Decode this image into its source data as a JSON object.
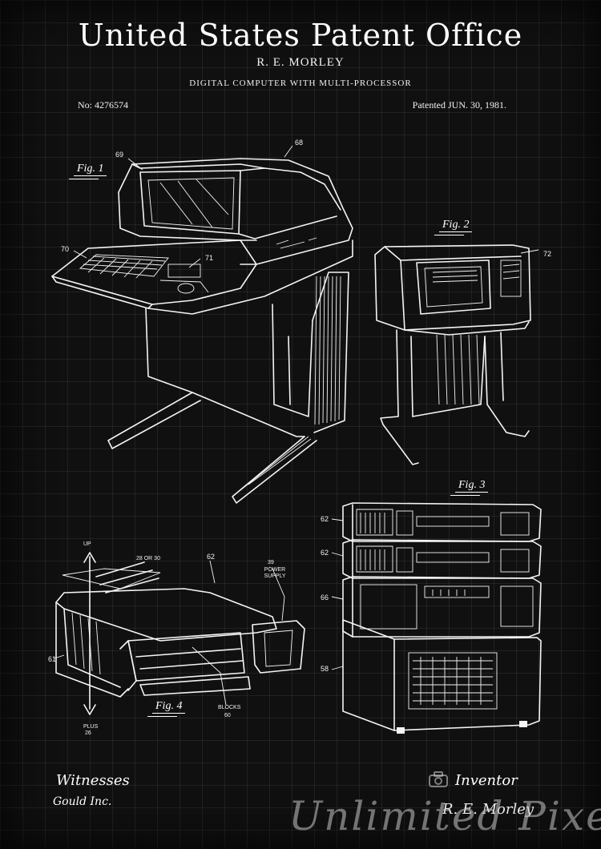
{
  "header": {
    "title": "United States Patent Office",
    "inventor": "R. E. MORLEY",
    "subtitle": "DIGITAL COMPUTER WITH MULTI-PROCESSOR",
    "patent_number": "No: 4276574",
    "patent_date": "Patented JUN. 30, 1981."
  },
  "figures": {
    "fig1": {
      "label": "Fig. 1",
      "refs": {
        "r68": "68",
        "r69": "69",
        "r70": "70",
        "r71": "71"
      }
    },
    "fig2": {
      "label": "Fig. 2",
      "refs": {
        "r72": "72"
      }
    },
    "fig3": {
      "label": "Fig. 3",
      "refs": {
        "a": "62",
        "b": "62",
        "c": "66",
        "d": "58"
      }
    },
    "fig4": {
      "label": "Fig. 4",
      "refs": {
        "up": "UP",
        "r28": "28 OR 30",
        "r62": "62",
        "r39": "39",
        "power": "POWER SUPPLY",
        "r61": "61",
        "plus": "PLUS",
        "r26": "26",
        "blocks": "BLOCKS",
        "r60": "60"
      }
    }
  },
  "footer": {
    "witnesses_label": "Witnesses",
    "witness_name": "Gould Inc.",
    "inventor_label": "Inventor",
    "inventor_signature": "R. E. Morley",
    "watermark": "Unlimited Pixel",
    "watermark_icon": "camera-icon"
  }
}
